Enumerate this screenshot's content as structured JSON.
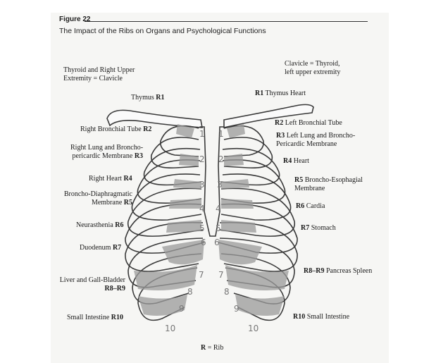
{
  "figure": {
    "number": "Figure 22",
    "title": "The Impact of the Ribs on Organs and Psychological Functions"
  },
  "labels": {
    "clavicle_left": [
      "Thyroid and Right Upper",
      "Extremity = Clavicle"
    ],
    "clavicle_right": [
      "Clavicle = Thyroid,",
      "left upper extremity"
    ],
    "thymus_r1": "Thymus R1",
    "r1_thymus_heart": "R1 Thymus Heart",
    "right_bronchial_tube": "Right Bronchial Tube R2",
    "r2_left_bronchial_tube": "R2 Left Bronchial Tube",
    "right_lung": [
      "Right Lung and Broncho-",
      "pericardic Membrane R3"
    ],
    "r3_left_lung": [
      "R3 Left Lung and Broncho-",
      "Pericardic Membrane"
    ],
    "r4_heart": "R4 Heart",
    "right_heart": "Right Heart R4",
    "r5_broncho_esophagial": [
      "R5 Broncho-Esophagial",
      "Membrane"
    ],
    "broncho_diaphragmatic": [
      "Broncho-Diaphragmatic",
      "Membrane R5"
    ],
    "r6_cardia": "R6 Cardia",
    "neurasthenia": "Neurasthenia R6",
    "r7_stomach": "R7 Stomach",
    "duodenum": "Duodenum R7",
    "r8_r9_pancreas": "R8–R9 Pancreas Spleen",
    "liver": [
      "Liver and Gall-Bladder",
      "R8–R9"
    ],
    "small_intestine_left": "Small Intestine R10",
    "r10_small_intestine": "R10 Small Intestine",
    "legend": "R = Rib"
  },
  "rib_numbers": [
    "1",
    "1",
    "2",
    "2",
    "3",
    "3",
    "4",
    "4",
    "5",
    "5",
    "6",
    "6",
    "7",
    "7",
    "8",
    "8",
    "9",
    "9",
    "10",
    "10"
  ]
}
